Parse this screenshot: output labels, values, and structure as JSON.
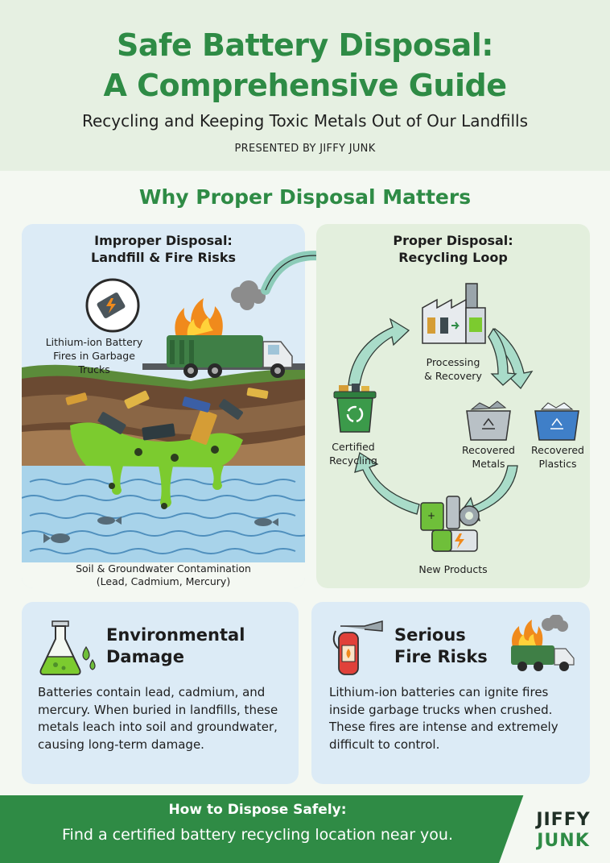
{
  "header": {
    "title_line1": "Safe Battery Disposal:",
    "title_line2": "A Comprehensive Guide",
    "subtitle": "Recycling and Keeping Toxic Metals Out of Our Landfills",
    "presented_by": "PRESENTED BY JIFFY JUNK"
  },
  "section": {
    "title": "Why Proper Disposal Matters"
  },
  "improper": {
    "heading_line1": "Improper Disposal:",
    "heading_line2": "Landfill & Fire Risks",
    "fire_caption_line1": "Lithium-ion Battery",
    "fire_caption_line2": "Fires in Garbage",
    "fire_caption_line3": "Trucks",
    "contamination_line1": "Soil & Groundwater Contamination",
    "contamination_line2": "(Lead, Cadmium, Mercury)"
  },
  "proper": {
    "heading_line1": "Proper Disposal:",
    "heading_line2": "Recycling Loop",
    "processing_line1": "Processing",
    "processing_line2": "& Recovery",
    "metals_line1": "Recovered",
    "metals_line2": "Metals",
    "plastics_line1": "Recovered",
    "plastics_line2": "Plastics",
    "certified_line1": "Certified",
    "certified_line2": "Recycling",
    "new_products": "New Products"
  },
  "cards": {
    "environmental": {
      "title_line1": "Environmental",
      "title_line2": "Damage",
      "body": "Batteries contain lead, cadmium, and mercury. When buried in landfills, these metals leach into soil and groundwater, causing long-term damage."
    },
    "fire": {
      "title_line1": "Serious",
      "title_line2": "Fire Risks",
      "body": "Lithium-ion batteries can ignite fires inside garbage trucks when crushed. These fires are intense and extremely difficult to control."
    }
  },
  "banner": {
    "title": "How to Dispose Safely:",
    "text": "Find a certified battery recycling location near you."
  },
  "logo": {
    "line1": "JIFFY",
    "line2": "JUNK"
  },
  "colors": {
    "brand_green": "#2e8b45",
    "header_bg": "#e6f0e2",
    "card_blue": "#dcebf6",
    "panel_green": "#e3efdd",
    "fire_orange": "#f08a1c",
    "toxic_green": "#7ccb2f"
  },
  "icons": [
    "battery-fire-icon",
    "garbage-truck-icon",
    "factory-icon",
    "metal-bin-icon",
    "plastic-bin-icon",
    "recycling-bin-icon",
    "new-batteries-icon",
    "flask-icon",
    "fire-extinguisher-icon",
    "truck-fire-icon"
  ]
}
